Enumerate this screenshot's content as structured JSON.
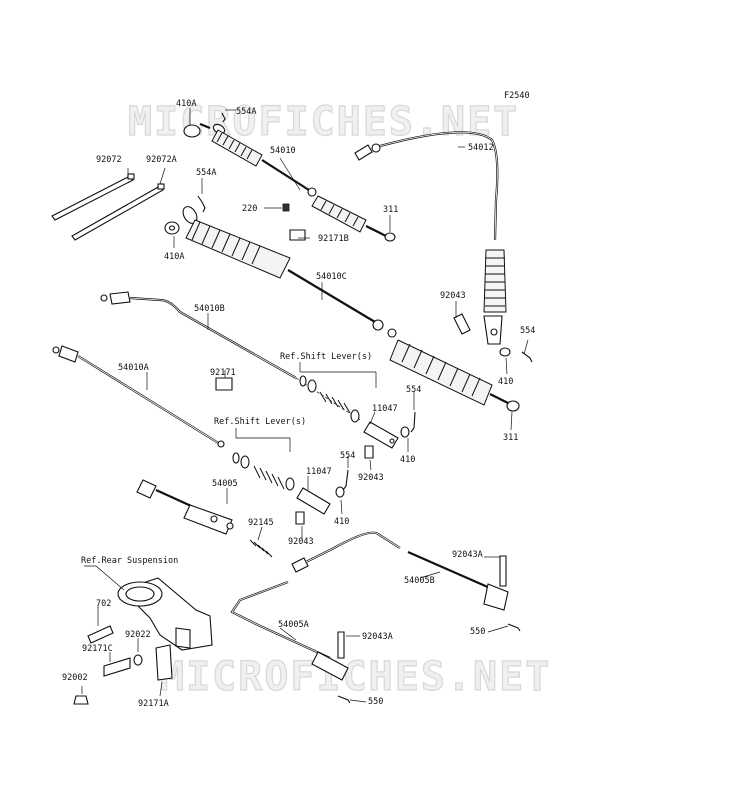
{
  "figure_code": "F2540",
  "watermark": "MICROFICHES.NET",
  "parts": {
    "p410A_top": "410A",
    "p554A_top": "554A",
    "p54010": "54010",
    "p92072": "92072",
    "p92072A": "92072A",
    "p554A_mid": "554A",
    "p220": "220",
    "p311_top": "311",
    "p92171B": "92171B",
    "p410A_mid": "410A",
    "p54012": "54012",
    "p54010C": "54010C",
    "p92043_top": "92043",
    "p554_right": "554",
    "p410_right": "410",
    "p311_right": "311",
    "p54010B": "54010B",
    "p54010A": "54010A",
    "p92171": "92171",
    "ref_shift_1": "Ref.Shift Lever(s)",
    "ref_shift_2": "Ref.Shift Lever(s)",
    "p554_mid": "554",
    "p11047_a": "11047",
    "p410_mid": "410",
    "p92043_mid": "92043",
    "p554_low": "554",
    "p11047_b": "11047",
    "p410_low": "410",
    "p54005": "54005",
    "p92145": "92145",
    "p92043_low": "92043",
    "ref_rear": "Ref.Rear Suspension",
    "p92043A_r": "92043A",
    "p54005B": "54005B",
    "p702": "702",
    "p92022": "92022",
    "p92171C": "92171C",
    "p54005A": "54005A",
    "p92043A_l": "92043A",
    "p550_r": "550",
    "p92002": "92002",
    "p92171A": "92171A",
    "p550_l": "550"
  }
}
